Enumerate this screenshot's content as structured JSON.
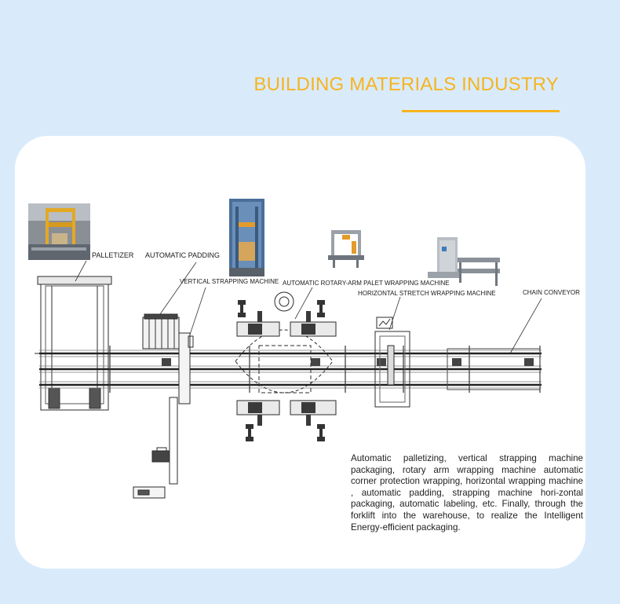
{
  "header": {
    "title": "BUILDING MATERIALS INDUSTRY",
    "accent_color": "#f6b41f",
    "background_color": "#d9ebfb"
  },
  "diagram": {
    "labels": {
      "palletizer": "PALLETIZER",
      "automatic_padding": "AUTOMATIC PADDING",
      "vertical_strapping": "VERTICAL STRAPPING MACHINE",
      "rotary_arm": "AUTOMATIC ROTARY-ARM PALET WRAPPING MACHINE",
      "horizontal_stretch": "HORIZONTAL STRETCH WRAPPING MACHINE",
      "chain_conveyor": "CHAIN CONVEYOR"
    }
  },
  "description": "Automatic palletizing, vertical strapping machine packaging, rotary arm wrapping machine automatic corner protection wrapping, horizontal wrapping machine , automatic padding, strapping machine hori-zontal packaging, automatic labeling, etc. Finally, through the forklift into the warehouse, to realize the Intelligent Energy-efficient packaging."
}
